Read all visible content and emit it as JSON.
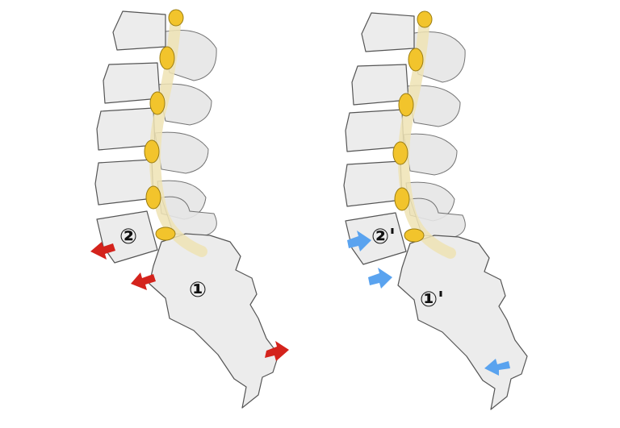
{
  "left_diagram": {
    "label_l5": "②",
    "label_sacrum": "①",
    "arrow_color": "#d4231c"
  },
  "right_diagram": {
    "label_l5": "②'",
    "label_sacrum": "①'",
    "arrow_color": "#5aa3ef"
  },
  "colors": {
    "bone": "#ececec",
    "disc": "#f2c42c",
    "canal": "#efe3b4"
  }
}
